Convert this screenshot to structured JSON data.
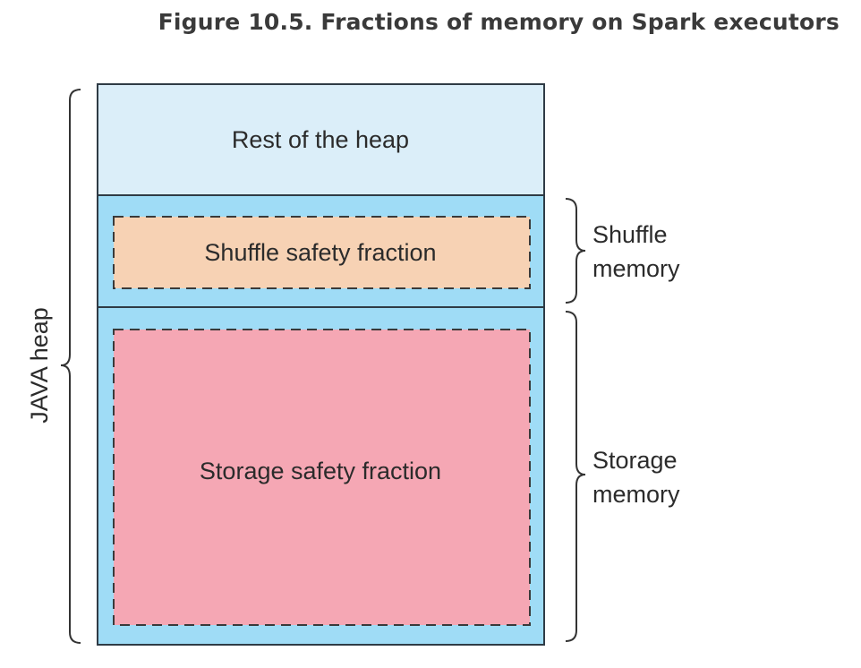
{
  "figure": {
    "caption": "Figure 10.5. Fractions of memory on Spark executors"
  },
  "diagram": {
    "regions": {
      "rest_of_heap": "Rest of the heap",
      "shuffle_safety_fraction": "Shuffle safety fraction",
      "storage_safety_fraction": "Storage safety fraction"
    },
    "braces": {
      "java_heap": "JAVA heap",
      "shuffle_memory": [
        "Shuffle",
        "memory"
      ],
      "storage_memory": [
        "Storage",
        "memory"
      ]
    },
    "colors": {
      "rest_of_heap": "#dbeef9",
      "memory_region": "#9fdcf6",
      "shuffle_safety": "#f7d2b4",
      "storage_safety": "#f5a7b4",
      "outline": "#2f3b45"
    }
  }
}
